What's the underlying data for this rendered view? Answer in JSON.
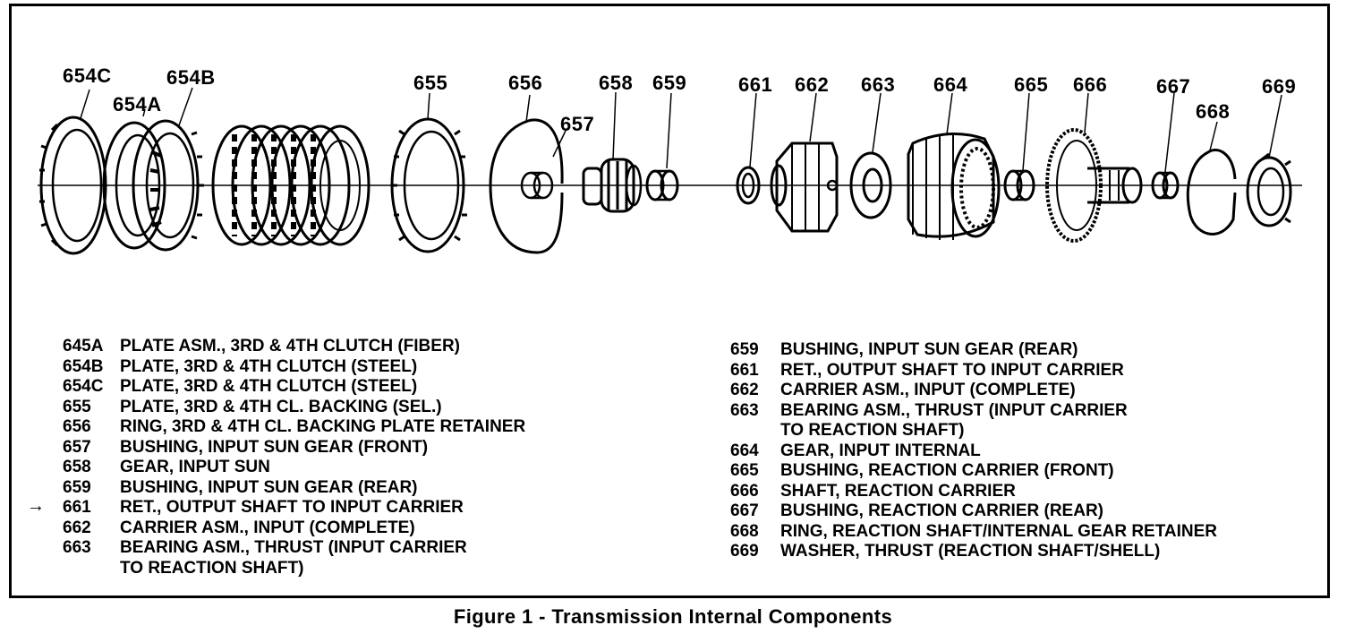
{
  "callouts": {
    "c654C": "654C",
    "c654B": "654B",
    "c654A": "654A",
    "c655": "655",
    "c656": "656",
    "c657": "657",
    "c658": "658",
    "c659": "659",
    "c661": "661",
    "c662": "662",
    "c663": "663",
    "c664": "664",
    "c665": "665",
    "c666": "666",
    "c667": "667",
    "c668": "668",
    "c669": "669"
  },
  "legend_left": [
    {
      "num": "645A",
      "desc": "PLATE ASM., 3RD & 4TH CLUTCH (FIBER)"
    },
    {
      "num": "654B",
      "desc": "PLATE, 3RD & 4TH CLUTCH (STEEL)"
    },
    {
      "num": "654C",
      "desc": "PLATE, 3RD & 4TH CLUTCH (STEEL)"
    },
    {
      "num": "655",
      "desc": "PLATE, 3RD & 4TH CL. BACKING (SEL.)"
    },
    {
      "num": "656",
      "desc": "RING, 3RD & 4TH CL. BACKING PLATE RETAINER"
    },
    {
      "num": "657",
      "desc": "BUSHING, INPUT SUN GEAR (FRONT)"
    },
    {
      "num": "658",
      "desc": "GEAR, INPUT SUN"
    },
    {
      "num": "659",
      "desc": "BUSHING, INPUT SUN GEAR (REAR)"
    },
    {
      "num": "661",
      "desc": "RET., OUTPUT SHAFT TO INPUT CARRIER"
    },
    {
      "num": "662",
      "desc": "CARRIER ASM., INPUT (COMPLETE)"
    },
    {
      "num": "663",
      "desc": "BEARING ASM., THRUST (INPUT CARRIER",
      "cont": "TO REACTION SHAFT)"
    }
  ],
  "legend_right": [
    {
      "num": "659",
      "desc": "BUSHING, INPUT SUN GEAR (REAR)"
    },
    {
      "num": "661",
      "desc": "RET., OUTPUT SHAFT TO INPUT CARRIER"
    },
    {
      "num": "662",
      "desc": "CARRIER ASM., INPUT (COMPLETE)"
    },
    {
      "num": "663",
      "desc": "BEARING ASM., THRUST (INPUT CARRIER",
      "cont": "TO REACTION SHAFT)"
    },
    {
      "num": "664",
      "desc": "GEAR, INPUT INTERNAL"
    },
    {
      "num": "665",
      "desc": "BUSHING, REACTION CARRIER (FRONT)"
    },
    {
      "num": "666",
      "desc": "SHAFT, REACTION CARRIER"
    },
    {
      "num": "667",
      "desc": "BUSHING, REACTION CARRIER (REAR)"
    },
    {
      "num": "668",
      "desc": "RING, REACTION SHAFT/INTERNAL GEAR RETAINER"
    },
    {
      "num": "669",
      "desc": "WASHER, THRUST (REACTION SHAFT/SHELL)"
    }
  ],
  "arrow_marker": "→",
  "caption": "Figure 1 - Transmission Internal Components"
}
